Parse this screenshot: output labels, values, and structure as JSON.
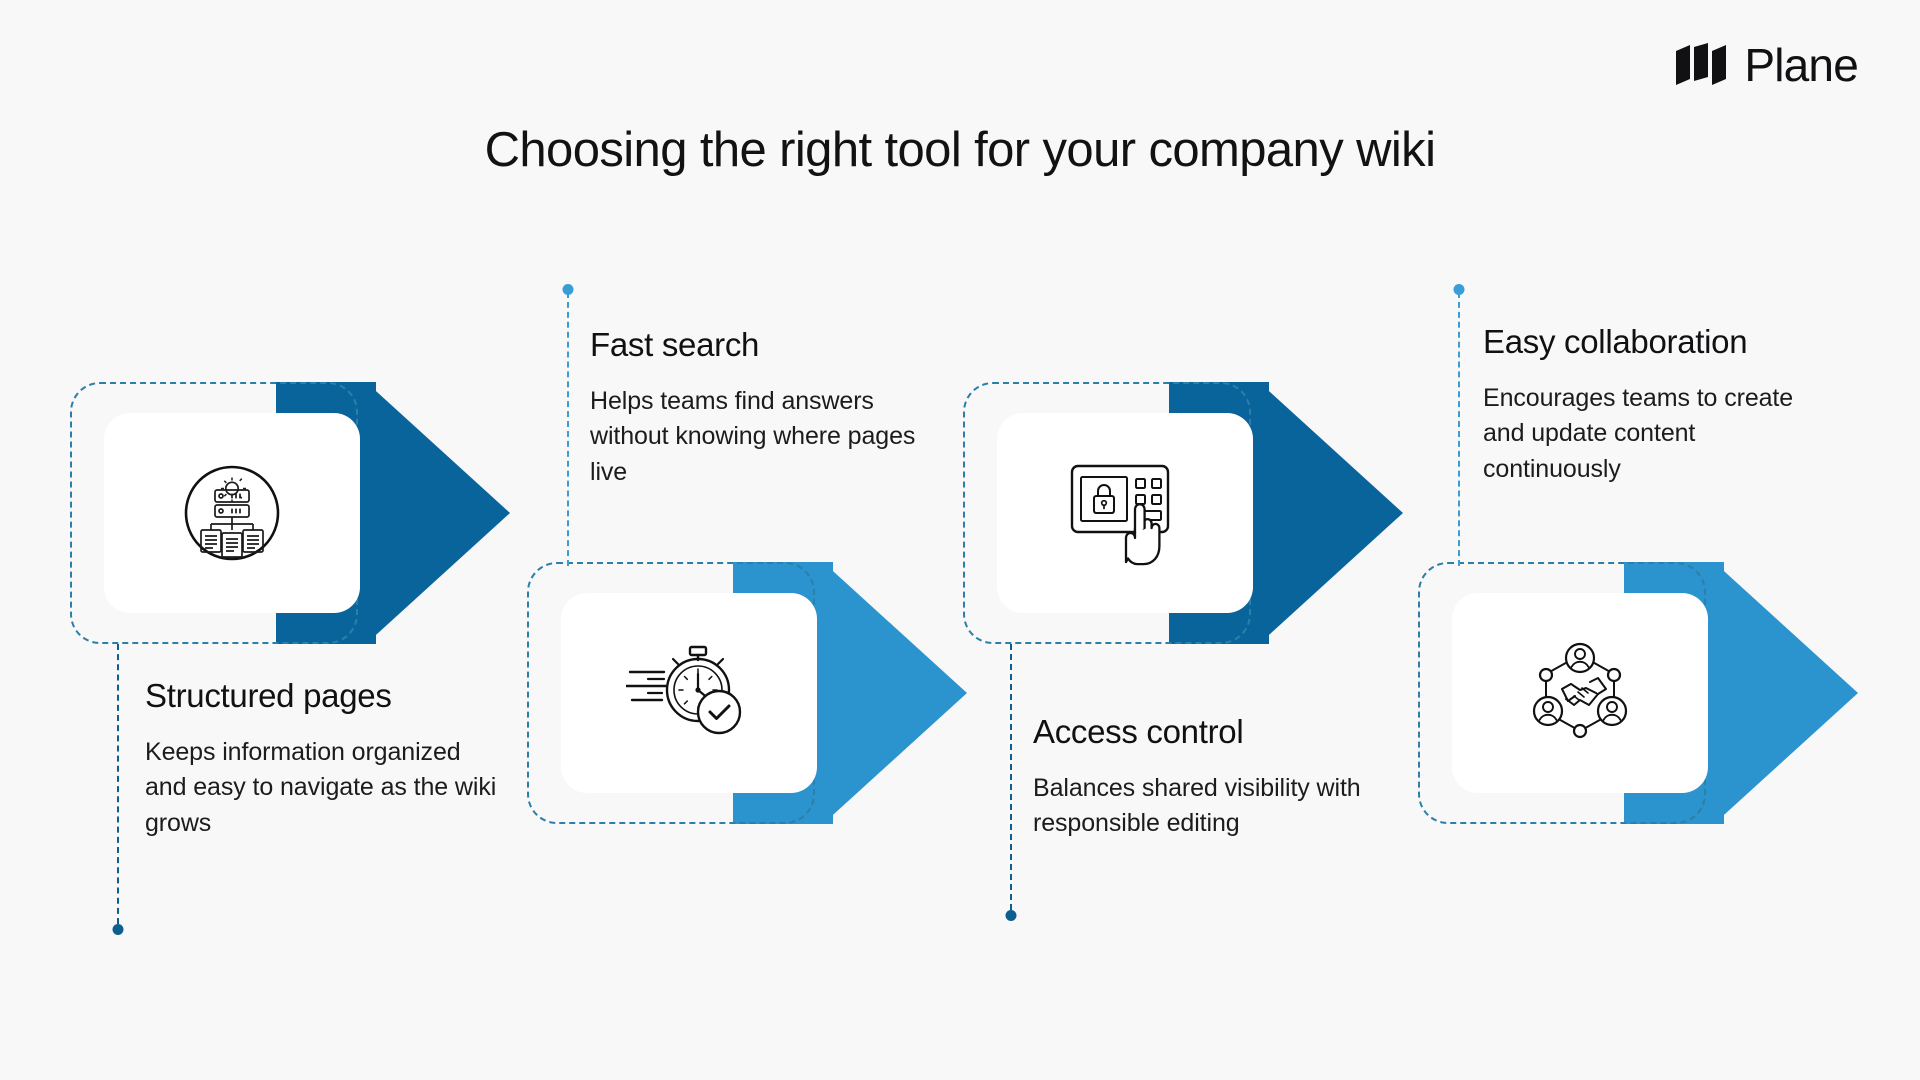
{
  "brand": {
    "name": "Plane",
    "logo_icon": "plane-logo-icon",
    "dark": "#111113"
  },
  "header": {
    "title": "Choosing the right tool for your company wiki"
  },
  "colors": {
    "background": "#f8f8f8",
    "arrow_dark_blue": "#0a649c",
    "arrow_light_blue": "#2b93ce",
    "dashed_border": "#2b7fa8",
    "tile_white": "#ffffff",
    "text_dark": "#111113"
  },
  "steps": [
    {
      "id": "structured-pages",
      "title": "Structured pages",
      "description": "Keeps information organized and easy to navigate as the wiki grows",
      "icon": "org-chart-gear-icon",
      "arrow_color": "#0a649c",
      "connector_color": "#0d5f8f",
      "connector_direction": "down"
    },
    {
      "id": "fast-search",
      "title": "Fast search",
      "description": "Helps teams find answers without knowing where pages live",
      "icon": "stopwatch-check-icon",
      "arrow_color": "#2b93ce",
      "connector_color": "#3a9ed6",
      "connector_direction": "up"
    },
    {
      "id": "access-control",
      "title": "Access control",
      "description": "Balances shared visibility with responsible editing",
      "icon": "keypad-lock-hand-icon",
      "arrow_color": "#0a649c",
      "connector_color": "#0d5f8f",
      "connector_direction": "down"
    },
    {
      "id": "easy-collaboration",
      "title": "Easy collaboration",
      "description": "Encourages teams to create and update content continuously",
      "icon": "team-handshake-network-icon",
      "arrow_color": "#2b93ce",
      "connector_color": "#3a9ed6",
      "connector_direction": "up"
    }
  ]
}
